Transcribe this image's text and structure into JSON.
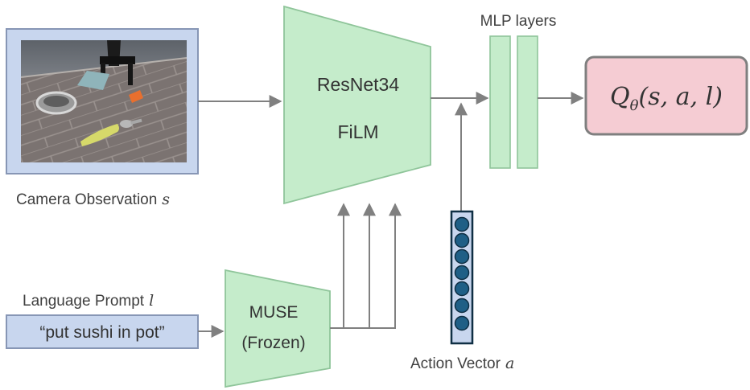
{
  "camera": {
    "label": "Camera Observation",
    "var": "s"
  },
  "resnet": {
    "line1": "ResNet34",
    "line2": "FiLM"
  },
  "mlp": {
    "title": "MLP layers"
  },
  "output": {
    "main": "Q",
    "sub": "θ",
    "args": "(s, a, l)"
  },
  "language": {
    "label": "Language Prompt",
    "var": "l",
    "prompt": "“put sushi in pot”"
  },
  "muse": {
    "line1": "MUSE",
    "line2": "(Frozen)"
  },
  "action": {
    "label": "Action Vector",
    "var": "a"
  },
  "colors": {
    "green_fill": "#c5eccb",
    "green_stroke": "#8fc59a",
    "blue_fill": "#c8d6ee",
    "blue_stroke": "#8796b5",
    "pink_fill": "#f5ccd3",
    "pink_stroke": "#7f7f7f",
    "arrow": "#808080",
    "node_fill": "#1f5f86",
    "node_stroke": "#0f2f44"
  }
}
